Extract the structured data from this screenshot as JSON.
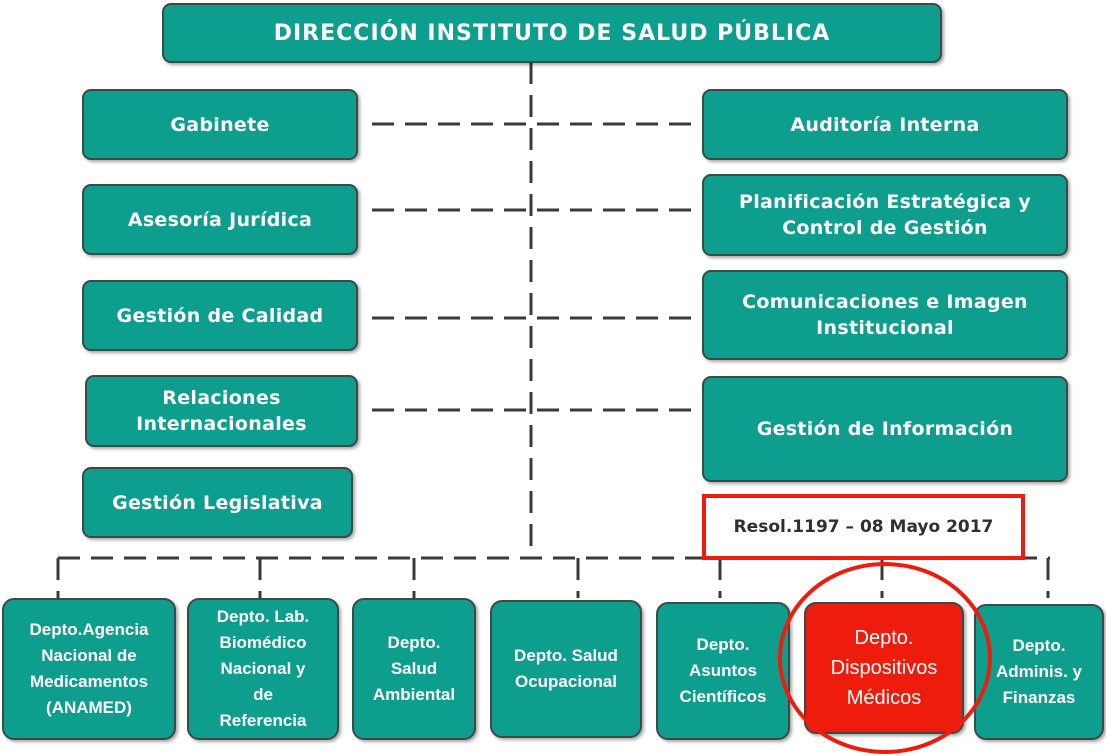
{
  "title": "DIRECCIÓN INSTITUTO DE SALUD PÚBLICA",
  "left_units": [
    "Gabinete",
    "Asesoría Jurídica",
    "Gestión de Calidad",
    "Relaciones\nInternacionales",
    "Gestión Legislativa"
  ],
  "right_units": [
    "Auditoría Interna",
    "Planificación Estratégica y\nControl de Gestión",
    "Comunicaciones e Imagen\nInstitucional",
    "Gestión de Información"
  ],
  "resolution_note": "Resol.1197 – 08 Mayo 2017",
  "departments": [
    "Depto.Agencia\nNacional de\nMedicamentos\n(ANAMED)",
    "Depto. Lab.\nBiomédico\nNacional y\nde\nReferencia",
    "Depto.\nSalud\nAmbiental",
    "Depto. Salud\nOcupacional",
    "Depto.\nAsuntos\nCientíficos",
    "Depto.\nDispositivos\nMédicos",
    "Depto.\nAdminis. y\nFinanzas"
  ],
  "colors": {
    "box_fill": "#0e9e8e",
    "box_border": "#3c4a47",
    "highlight": "#ee1c0d",
    "connector": "#3a3a3a"
  }
}
